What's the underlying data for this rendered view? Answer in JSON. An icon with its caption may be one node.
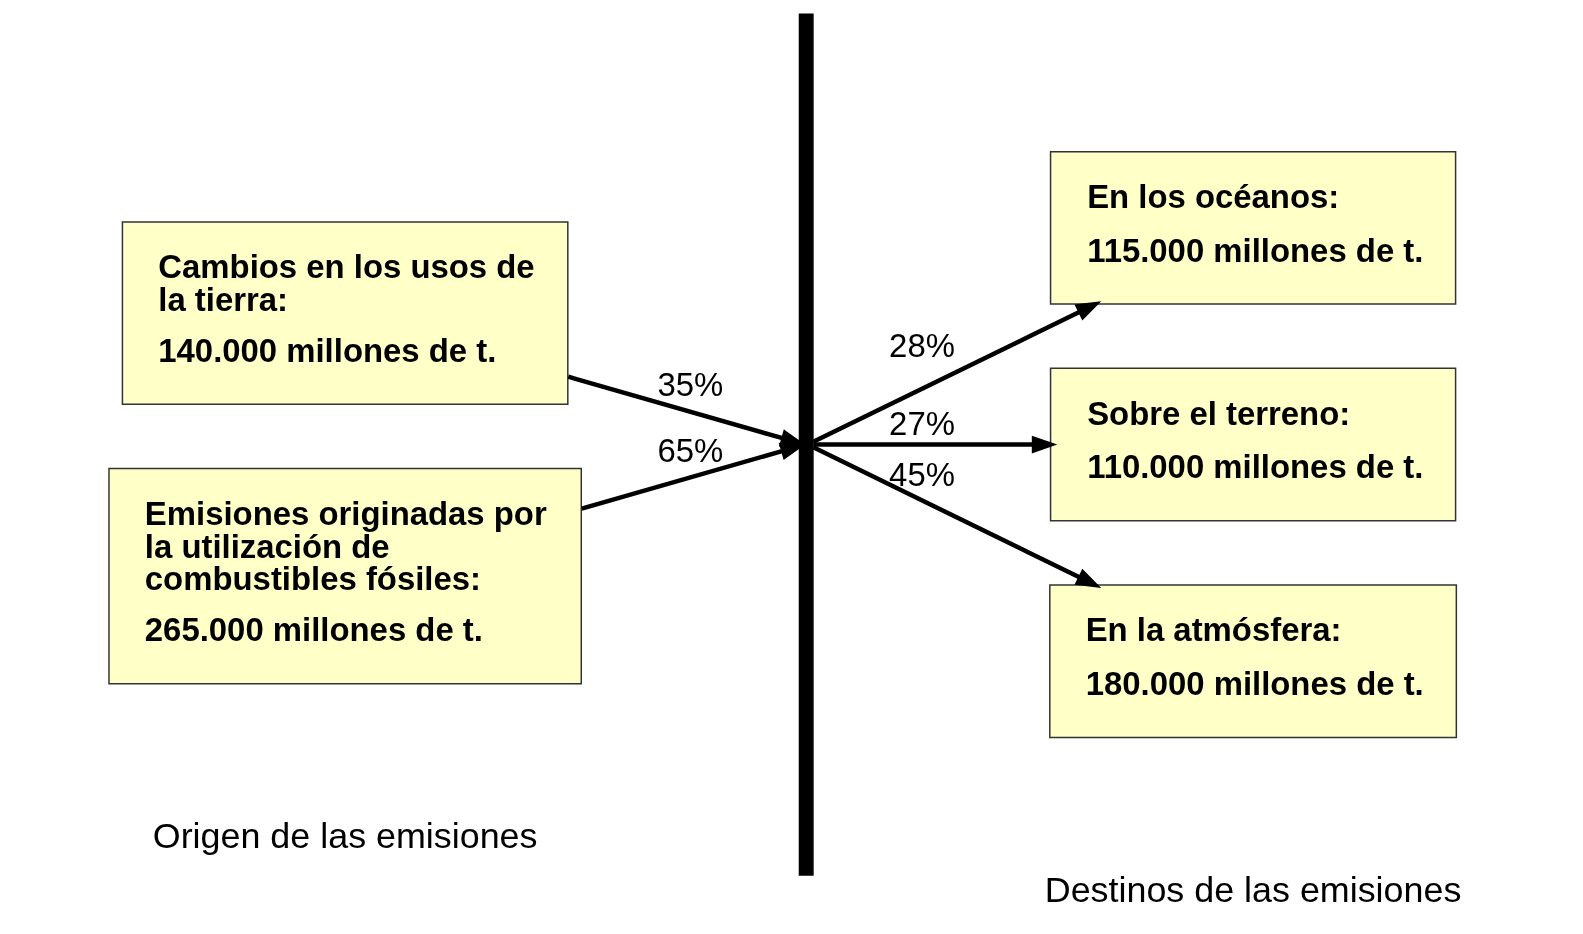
{
  "diagram": {
    "nodes": [
      {
        "text": [
          "Cambios en los usos de la tierra:",
          "140.000 millones de t."
        ]
      },
      {
        "text": [
          "Emisiones originadas por la utilización de combustibles fósiles:",
          "265.000 millones de t."
        ]
      },
      {
        "text": [],
        "shape": "bar"
      },
      {
        "text": [
          "En los océanos:",
          "115.000 millones de t."
        ]
      },
      {
        "text": [
          "Sobre el terreno:",
          "110.000 millones de t."
        ]
      },
      {
        "text": [
          "En la atmósfera:",
          "180.000 millones de t."
        ]
      }
    ],
    "edges": [
      {
        "from": 0,
        "to": 2,
        "arrow": "to",
        "label": "35%"
      },
      {
        "from": 1,
        "to": 2,
        "arrow": "to",
        "label": "65%"
      },
      {
        "from": 2,
        "to": 3,
        "arrow": "to",
        "label": "28%"
      },
      {
        "from": 2,
        "to": 4,
        "arrow": "to",
        "label": "27%"
      },
      {
        "from": 2,
        "to": 5,
        "arrow": "to",
        "label": "45%"
      }
    ],
    "labels": [
      "Origen de las emisiones",
      "Destinos de las emisiones"
    ]
  }
}
